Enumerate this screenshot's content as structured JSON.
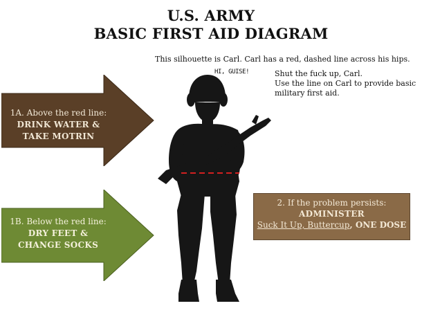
{
  "title": {
    "line1": "U.S. ARMY",
    "line2": "BASIC FIRST AID DIAGRAM"
  },
  "intro": "This silhouette is Carl. Carl has a red, dashed line across his hips.",
  "carl_speech": "HI, GUISE!",
  "response": {
    "line1": "Shut the fuck up, Carl.",
    "line2": "Use the line on Carl to provide basic",
    "line3": "military first aid."
  },
  "arrow_1a": {
    "heading": "1A. Above the red line:",
    "line1": "DRINK WATER &",
    "line2": "TAKE MOTRIN"
  },
  "arrow_1b": {
    "heading": "1B. Below the red line:",
    "line1": "DRY FEET &",
    "line2": "CHANGE SOCKS"
  },
  "box_2": {
    "heading": "2. If the problem persists:",
    "line1": "ADMINISTER",
    "medicine": "Suck It Up, Buttercup",
    "dose": ", ONE DOSE"
  },
  "colors": {
    "arrow_1a": "#5a3f27",
    "arrow_1b": "#6e8a34",
    "box_2": "#8a6a47",
    "red_line": "#d42020",
    "silhouette": "#161616"
  }
}
